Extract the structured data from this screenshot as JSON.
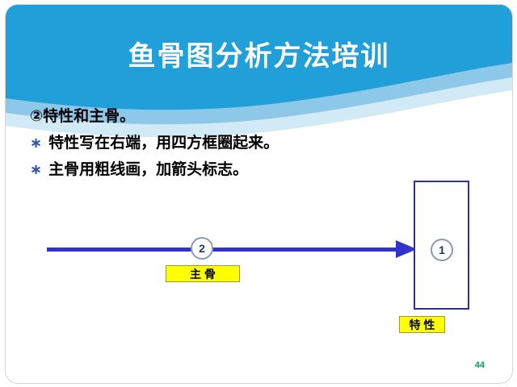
{
  "slide": {
    "title": "鱼骨图分析方法培训",
    "page_number": "44"
  },
  "body": {
    "heading": "②特性和主骨。",
    "bullets": [
      {
        "marker": "∗",
        "text": "特性写在右端，用四方框圈起来。"
      },
      {
        "marker": "∗",
        "text": "主骨用粗线画，加箭头标志。"
      }
    ]
  },
  "diagram": {
    "main_bone_marker": "2",
    "characteristic_marker": "1",
    "main_bone_label": "主 骨",
    "characteristic_label": "特 性"
  },
  "colors": {
    "banner_blue": "#219fd8",
    "banner_wave_mid": "#8ec8e9",
    "banner_wave_light": "#d2e9f6",
    "arrow_blue": "#3333cc",
    "box_border_navy": "#2e3192",
    "label_yellow": "#ffff00",
    "page_number_green": "#00a651"
  }
}
